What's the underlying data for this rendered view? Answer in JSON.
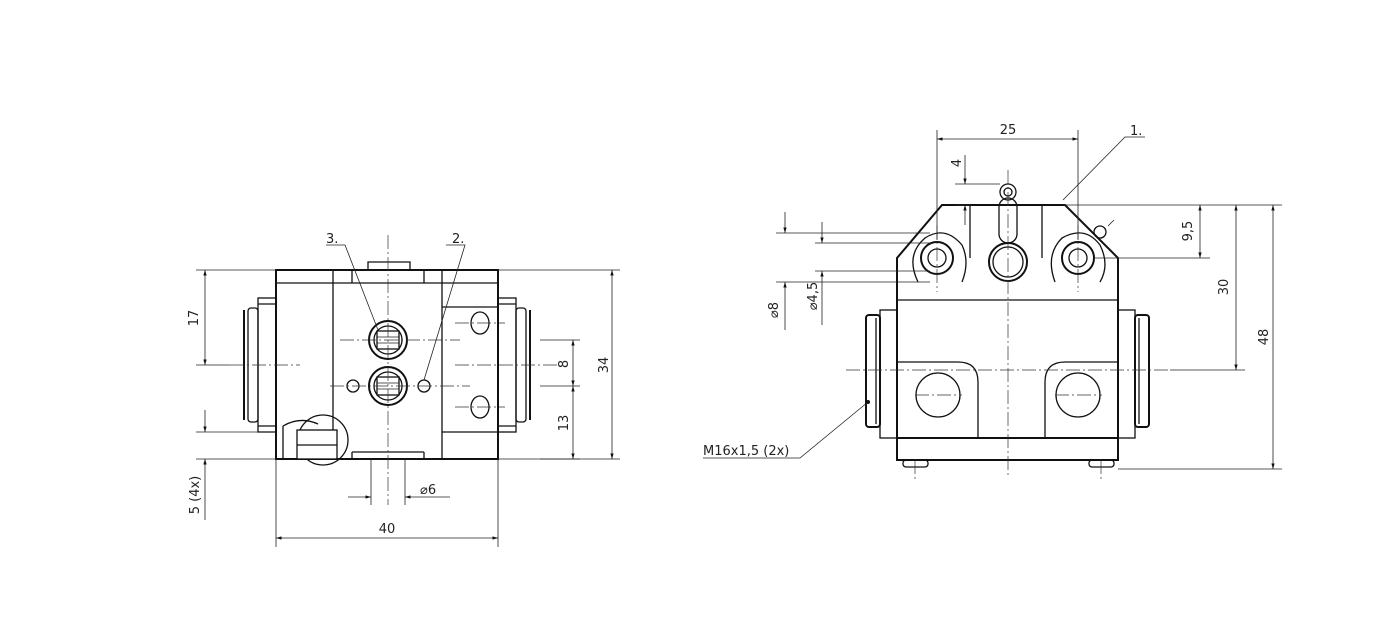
{
  "left_view": {
    "labels": {
      "callout_2": "2.",
      "callout_3": "3.",
      "dim_17": "17",
      "dim_34": "34",
      "dim_8": "8",
      "dim_13": "13",
      "dim_5_4x": "5 (4x)",
      "dim_40": "40",
      "dim_dia6": "6"
    }
  },
  "right_view": {
    "labels": {
      "callout_1": "1.",
      "dim_25": "25",
      "dim_4": "4",
      "dim_9_5": "9,5",
      "dim_30": "30",
      "dim_48": "48",
      "dim_dia8": "8",
      "dim_dia4_5": "4,5",
      "thread": "M16x1,5 (2x)"
    }
  },
  "symbols": {
    "diameter": "⌀"
  }
}
